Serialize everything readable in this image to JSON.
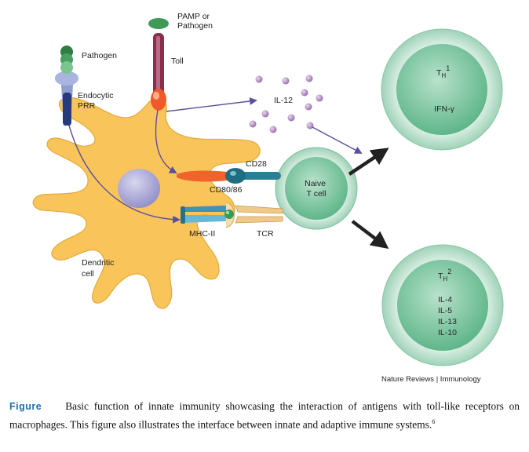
{
  "diagram": {
    "labels": {
      "pamp": [
        "PAMP or",
        "Pathogen"
      ],
      "toll": "Toll",
      "pathogen": "Pathogen",
      "endocytic_prr": [
        "Endocytic",
        "PRR"
      ],
      "il12": "IL-12",
      "cd28": "CD28",
      "cd80_86": "CD80/86",
      "mhc_ii": "MHC-II",
      "tcr": "TCR",
      "naive_t_cell": [
        "Naive",
        "T cell"
      ],
      "dendritic_cell": [
        "Dendritic",
        "cell"
      ],
      "th1": {
        "main": "T",
        "sub": "H",
        "sup": "1",
        "cytokines": [
          "IFN-γ"
        ]
      },
      "th2": {
        "main": "T",
        "sub": "H",
        "sup": "2",
        "cytokines": [
          "IL-4",
          "IL-5",
          "IL-13",
          "IL-10"
        ]
      },
      "credit": "Nature Reviews | Immunology"
    },
    "colors": {
      "dendritic_cell": "#f9c55a",
      "nucleus": "#b0aedb",
      "t_cell_outer": "#c7e6d7",
      "t_cell_inner": "#77c29b",
      "cytokine_dot": "#b48bc0",
      "arrow_purple": "#5a4f9e"
    }
  },
  "caption": {
    "label": "Figure",
    "text": "Basic function of innate immunity showcasing the interaction of antigens with toll-like receptors on macrophages. This figure also illustrates the interface between innate and adaptive immune systems.",
    "ref": "6"
  }
}
